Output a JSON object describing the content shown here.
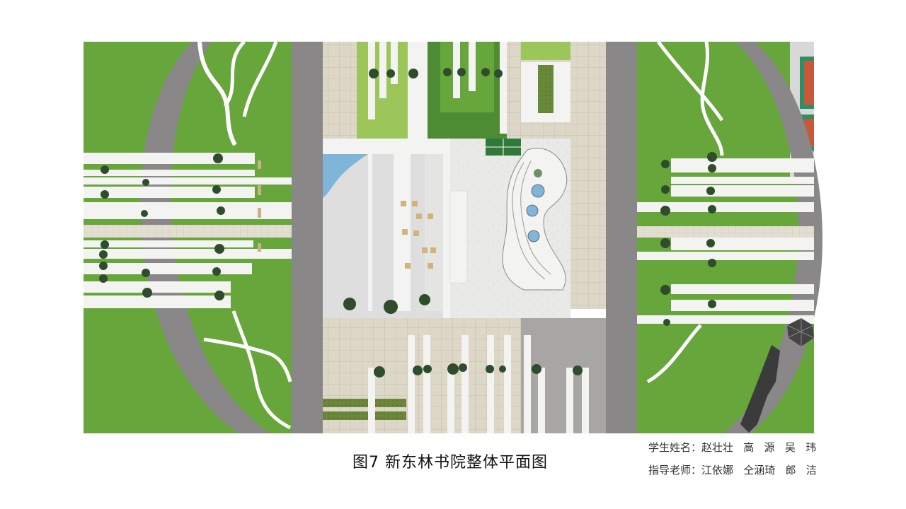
{
  "figure": {
    "caption": "图7 新东林书院整体平面图",
    "students": "学生姓名：赵壮壮   高   源   吴   玮",
    "advisors": "指导老师：江依娜   仝涵琦   郎   洁"
  },
  "palette": {
    "lawn": "#66a63a",
    "lawn_light": "#9cc65a",
    "lawn_dark": "#4e8c33",
    "road": "#8a8789",
    "paving": "#ddd7c8",
    "paving_grid": "#c9c2b2",
    "slab": "#f3f3f1",
    "plaza": "#e9e9e7",
    "water": "#7fb5d6",
    "court": "#2f8f64",
    "court_red": "#c9583b",
    "orange": "#e8731e",
    "tree": "#2f4d2c"
  }
}
